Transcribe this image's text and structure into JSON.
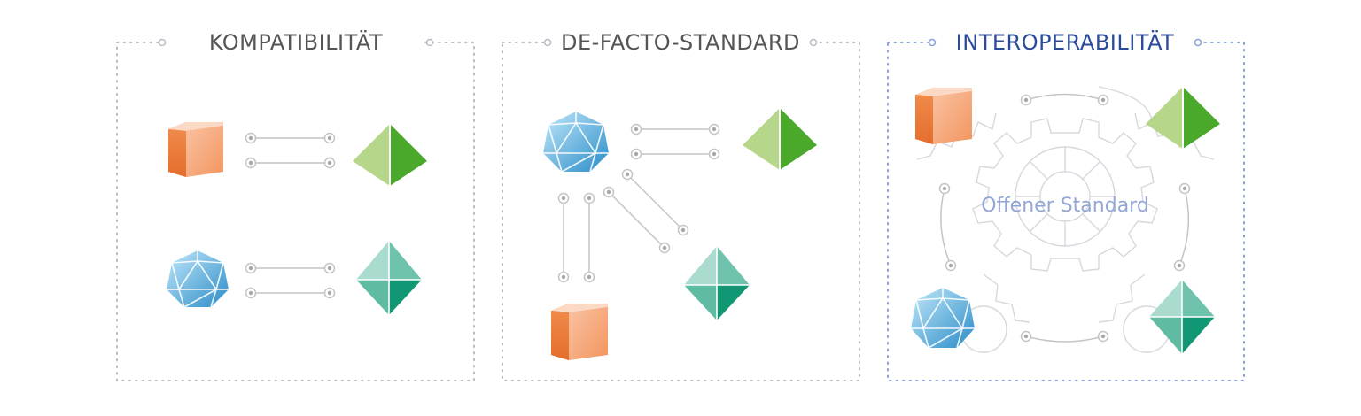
{
  "panels": [
    {
      "title": "KOMPATIBILITÄT"
    },
    {
      "title": "DE-FACTO-STANDARD"
    },
    {
      "title": "INTEROPERABILITÄT",
      "center_label": "Offener Standard"
    }
  ],
  "colors": {
    "border_default": "#b9bcc4",
    "border_active": "#8aa0d8",
    "title_default": "#555555",
    "title_active": "#2a4b9a",
    "center_label": "#93a6d6",
    "orange_light": "#f7b38e",
    "orange_dark": "#ee7f3f",
    "green_light": "#b7d88a",
    "green_dark": "#4faa2e",
    "teal_light": "#a5d8cc",
    "teal_dark": "#1d9a7c",
    "blue_light": "#9dd6f2",
    "blue_dark": "#2b8fc9",
    "connector": "#b8b8b8"
  },
  "icons": [
    "cube-icon",
    "pyramid-icon",
    "icosahedron-icon",
    "octahedron-icon",
    "gear-icon"
  ]
}
